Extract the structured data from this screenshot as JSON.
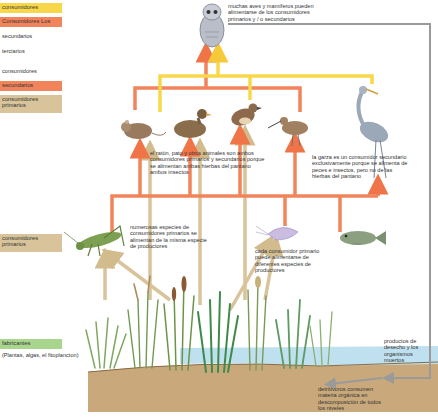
{
  "diagram": {
    "labels": [
      "secundarios",
      "terciarios",
      "consumidores",
      "(Plantas, algas, el fitoplancton)",
      "muchas aves y mamíferos pueden alimentarse de los consumidores primarios y / o secundarios",
      "el ratón, pato y otros animales son ambos consumidores primarios y secundarios porque se alimentan ambas hierbas del pantano ambos insectos",
      "la garza es un consumidor secundario exclusivamente porque se alimenta de peces e insectos, pero no de las hierbas del pantano",
      "numerosas especies de consumidores primarios se alimentan de la misma especie de productores",
      "cada consumidor primario puede alimentarse de diferentes especies de productores",
      "productos de desecho y los organismos muertos",
      "detritívoros consumen materia orgánica en descomposición de todos los niveles"
    ],
    "legend": [
      {
        "text": "consumidores",
        "color": "#f8d84a"
      },
      {
        "text": "Consumidores Los",
        "color": "#f2845c"
      },
      {
        "text": "secundarios",
        "color": "#f2845c"
      },
      {
        "text": "consumidores primarios",
        "color": "#d8c39a"
      },
      {
        "text": "consumidores primarios",
        "color": "#d8c39a"
      },
      {
        "text": "fabricantes",
        "color": "#a9d68e"
      }
    ]
  }
}
